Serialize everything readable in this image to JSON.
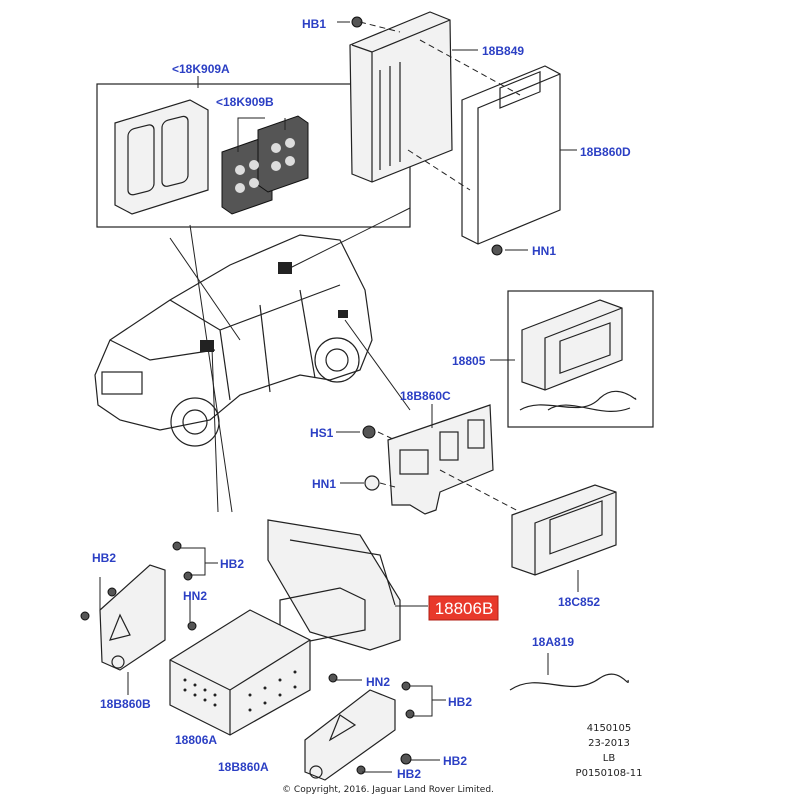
{
  "theme": {
    "label_color": "#2b3fc4",
    "highlight_color": "#e8392b",
    "line_color": "#222222"
  },
  "callouts": {
    "hb1": "HB1",
    "p18b849": "18B849",
    "p18k909a": "<18K909A",
    "p18k909b": "<18K909B",
    "p18b860d": "18B860D",
    "hn1_top": "HN1",
    "p18805": "18805",
    "p18b860c": "18B860C",
    "hs1": "HS1",
    "hn1_mid": "HN1",
    "p18806b": "18806B",
    "p18c852": "18C852",
    "hb2_left": "HB2",
    "hb2_right_top": "HB2",
    "hn2_left": "HN2",
    "p18b860b": "18B860B",
    "p18a819": "18A819",
    "hn2_right": "HN2",
    "hb2_right_mid": "HB2",
    "p18806a": "18806A",
    "p18b860a": "18B860A",
    "hb2_bottom_right": "HB2",
    "hb2_bottom": "HB2"
  },
  "info_block": {
    "line1": "4150105",
    "line2": "23-2013",
    "line3": "LB",
    "line4": "P0150108-11"
  },
  "copyright": "© Copyright, 2016. Jaguar Land Rover Limited."
}
